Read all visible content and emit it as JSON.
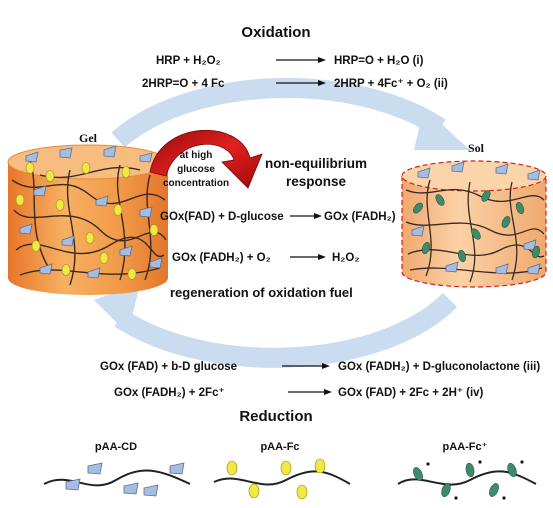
{
  "titles": {
    "oxidation": "Oxidation",
    "reduction": "Reduction",
    "gel": "Gel",
    "sol": "Sol"
  },
  "oxidation_eqs": [
    {
      "left": "HRP + H₂O₂",
      "right": "HRP=O  + H₂O   (i)"
    },
    {
      "left": "2HRP=O  + 4 Fc",
      "right": "2HRP  + 4Fc⁺ + O₂ (ii)"
    }
  ],
  "trigger": {
    "line1": "at high",
    "line2": "glucose",
    "line3": "concentration"
  },
  "response": {
    "line1": "non-equilibrium",
    "line2": "response"
  },
  "center_eqs": [
    {
      "left": "GOx(FAD) + D-glucose",
      "right": "GOx (FADH₂)"
    },
    {
      "left": "GOx (FADH₂)  + O₂",
      "right": "H₂O₂"
    }
  ],
  "regeneration": "regeneration of oxidation fuel",
  "reduction_eqs": [
    {
      "left": "GOx (FAD) + b-D glucose",
      "right": "GOx (FADH₂)  +  D-gluconolactone  (iii)"
    },
    {
      "left": "GOx (FADH₂) + 2Fc⁺",
      "right": "GOx (FAD) + 2Fc  + 2H⁺     (iv)"
    }
  ],
  "legend": [
    "pAA-CD",
    "pAA-Fc",
    "pAA-Fc⁺"
  ],
  "colors": {
    "cycle": "#c9dcf0",
    "gel_body": "#f4a352",
    "gel_top": "#f5b872",
    "sol_body": "#f6c393",
    "cd": "#9fb7da",
    "fc": "#f1ea4a",
    "fc_plus": "#3f8a6b",
    "red_arrow": "#cc1111"
  }
}
